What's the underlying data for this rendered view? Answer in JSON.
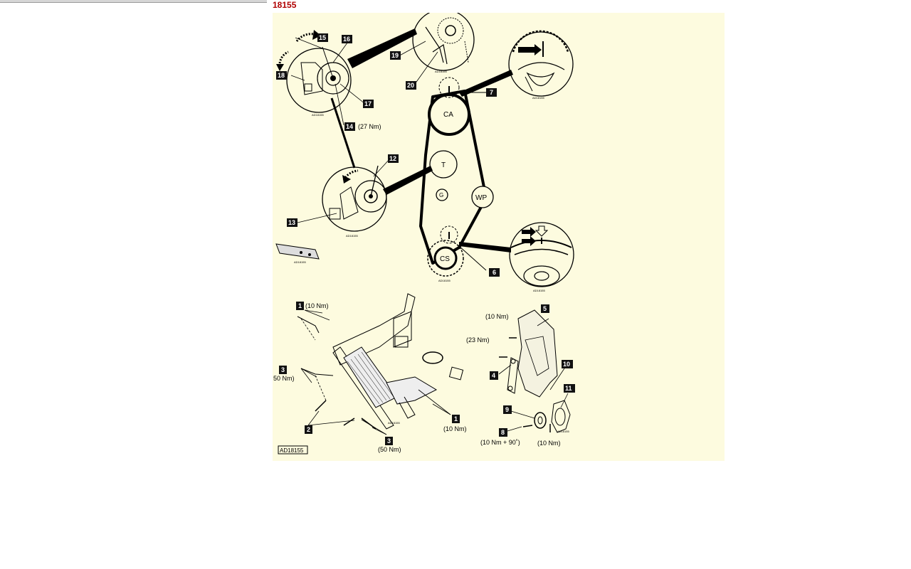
{
  "header": {
    "doc_id": "18155"
  },
  "figure_code": "AD18155",
  "small_code": "AD18155",
  "pulleys": {
    "camshaft": "CA",
    "tensioner": "T",
    "guide": "G",
    "water_pump": "WP",
    "crankshaft": "CS"
  },
  "callouts": {
    "c1": "1",
    "c2": "2",
    "c3": "3",
    "c4": "4",
    "c5": "5",
    "c6": "6",
    "c7": "7",
    "c8": "8",
    "c9": "9",
    "c10": "10",
    "c11": "11",
    "c12": "12",
    "c13": "13",
    "c14": "14",
    "c15": "15",
    "c16": "16",
    "c17": "17",
    "c18": "18",
    "c19": "19",
    "c20": "20"
  },
  "torques": {
    "t14": "(27 Nm)",
    "t1_top": "(10 Nm)",
    "t3_left": "50 Nm)",
    "t1_right": "(10 Nm)",
    "t3_bottom": "(50 Nm)",
    "t10_top": "(10 Nm)",
    "t23": "(23 Nm)",
    "t8": "(10 Nm + 90˚)",
    "t11": "(10 Nm)"
  }
}
